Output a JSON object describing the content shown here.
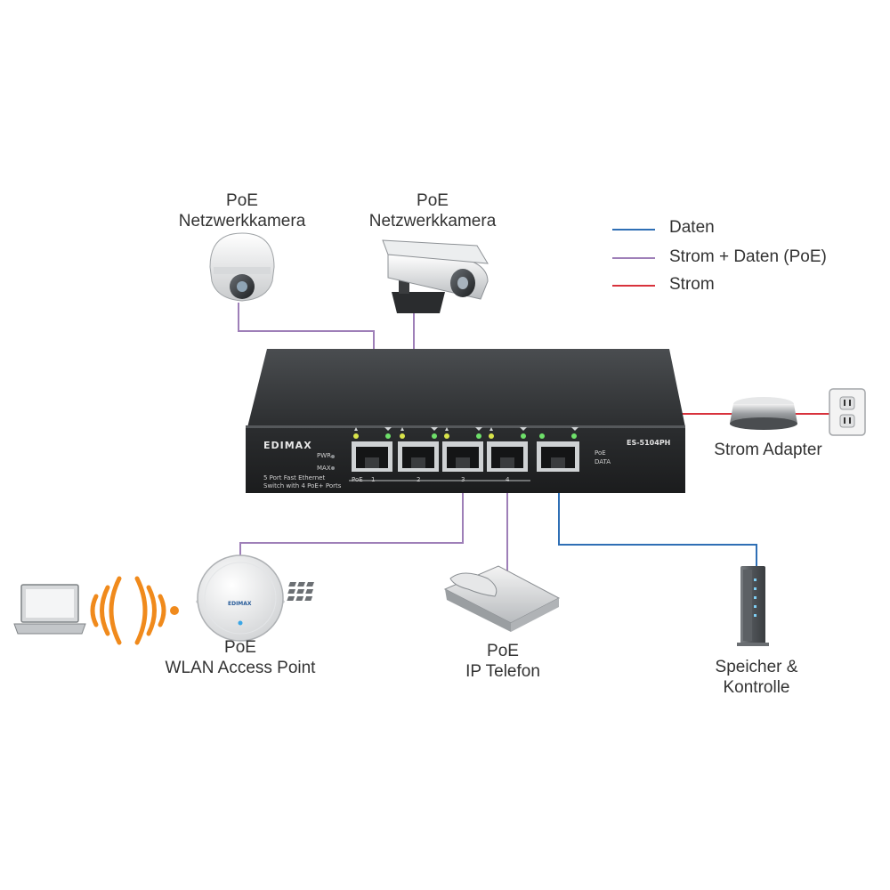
{
  "colors": {
    "data": "#2f6fb5",
    "poe": "#9e7fb8",
    "power": "#d8323c",
    "signal": "#f08a1c",
    "switch_body": "#2a2c2e"
  },
  "legend": {
    "data_label": "Daten",
    "poe_label": "Strom + Daten (PoE)",
    "power_label": "Strom"
  },
  "devices": {
    "dome_camera": {
      "line1": "PoE",
      "line2": "Netzwerkkamera",
      "icon": "dome-camera-icon"
    },
    "bullet_camera": {
      "line1": "PoE",
      "line2": "Netzwerkkamera",
      "icon": "bullet-camera-icon"
    },
    "access_point": {
      "line1": "PoE",
      "line2": "WLAN Access Point",
      "icon": "access-point-icon"
    },
    "ip_phone": {
      "line1": "PoE",
      "line2": "IP Telefon",
      "icon": "desk-phone-icon"
    },
    "storage": {
      "line1": "Speicher &",
      "line2": "Kontrolle",
      "icon": "nas-storage-icon"
    },
    "power_adapter": {
      "label": "Strom Adapter",
      "icon": "power-adapter-icon"
    },
    "wall_outlet": {
      "icon": "wall-outlet-icon"
    },
    "laptop": {
      "icon": "laptop-icon"
    }
  },
  "switch": {
    "brand": "EDIMAX",
    "model": "ES-5104PH",
    "pwr_label": "PWR",
    "max_label": "MAX",
    "desc_line1": "5 Port Fast Ethernet",
    "desc_line2": "Switch with 4 PoE+ Ports",
    "poe_label": "PoE",
    "port_numbers": [
      "1",
      "2",
      "3",
      "4"
    ],
    "uplink_label1": "PoE",
    "uplink_label2": "DATA",
    "ap_brand": "EDIMAX"
  }
}
